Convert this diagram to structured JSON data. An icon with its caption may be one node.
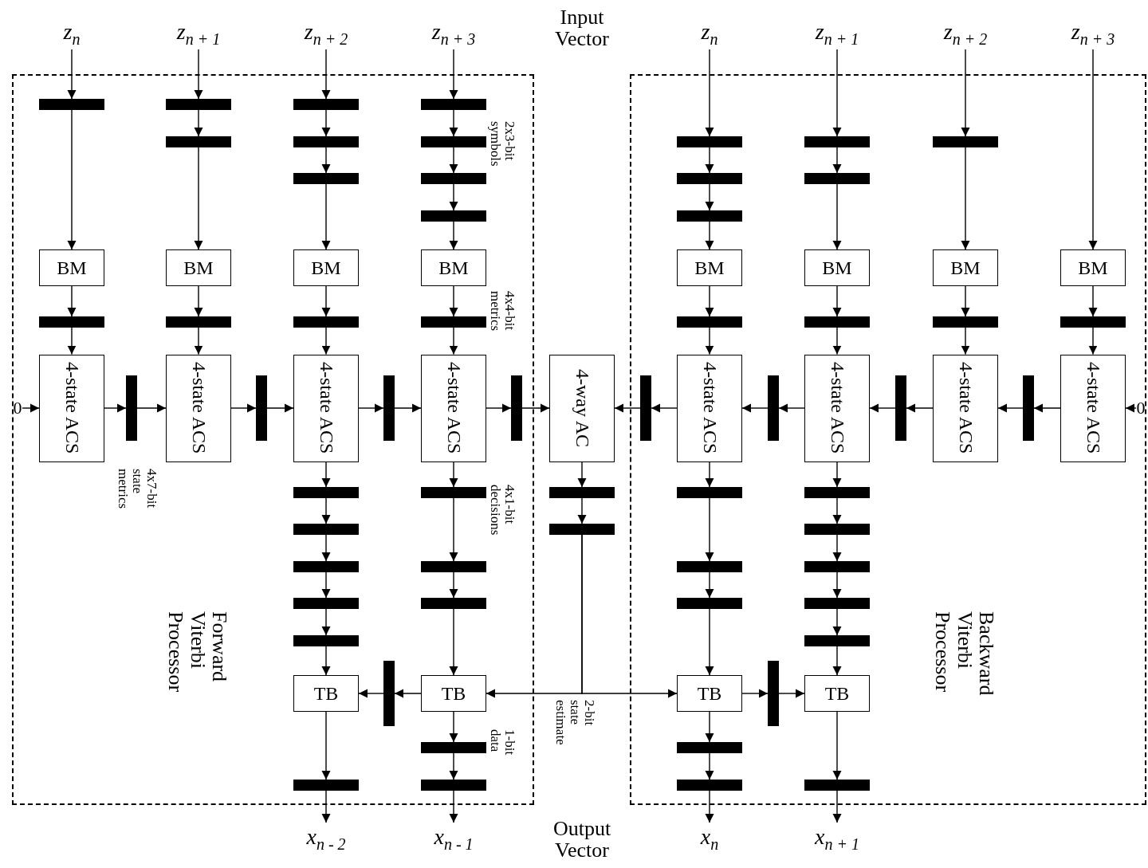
{
  "diagram": {
    "nodes": [
      {
        "text": [
          "Forward Viterbi Processor"
        ]
      },
      {
        "text": [
          "Backward Viterbi Processor"
        ]
      },
      {
        "text": [
          "z$_{n}$"
        ]
      },
      {
        "text": [
          "z$_{n + 1}$"
        ]
      },
      {
        "text": [
          "z$_{n + 2}$"
        ]
      },
      {
        "text": [
          "z$_{n + 3}$"
        ]
      },
      {
        "text": [
          "z$_{n}$"
        ]
      },
      {
        "text": [
          "z$_{n + 1}$"
        ]
      },
      {
        "text": [
          "z$_{n + 2}$"
        ]
      },
      {
        "text": [
          "z$_{n + 3}$"
        ]
      },
      {
        "text": [],
        "shape": "bar",
        "in": 0
      },
      {
        "text": [
          "BM"
        ],
        "in": 0
      },
      {
        "text": [],
        "shape": "bar",
        "in": 0
      },
      {
        "text": [
          "4-state ACS"
        ],
        "in": 0
      },
      {
        "text": [],
        "shape": "bar",
        "in": 0
      },
      {
        "text": [],
        "shape": "bar",
        "in": 0
      },
      {
        "text": [
          "BM"
        ],
        "in": 0
      },
      {
        "text": [],
        "shape": "bar",
        "in": 0
      },
      {
        "text": [
          "4-state ACS"
        ],
        "in": 0
      },
      {
        "text": [],
        "shape": "bar",
        "in": 0
      },
      {
        "text": [],
        "shape": "bar",
        "in": 0
      },
      {
        "text": [],
        "shape": "bar",
        "in": 0
      },
      {
        "text": [
          "BM"
        ],
        "in": 0
      },
      {
        "text": [],
        "shape": "bar",
        "in": 0
      },
      {
        "text": [
          "4-state ACS"
        ],
        "in": 0
      },
      {
        "text": [],
        "shape": "bar",
        "in": 0
      },
      {
        "text": [],
        "shape": "bar",
        "in": 0
      },
      {
        "text": [],
        "shape": "bar",
        "in": 0
      },
      {
        "text": [],
        "shape": "bar",
        "in": 0
      },
      {
        "text": [],
        "shape": "bar",
        "in": 0
      },
      {
        "text": [
          "TB"
        ],
        "in": 0
      },
      {
        "text": [],
        "shape": "bar",
        "in": 0
      },
      {
        "text": [],
        "shape": "bar",
        "in": 0
      },
      {
        "text": [],
        "shape": "bar",
        "in": 0
      },
      {
        "text": [],
        "shape": "bar",
        "in": 0
      },
      {
        "text": [],
        "shape": "bar",
        "in": 0
      },
      {
        "text": [
          "BM"
        ],
        "in": 0
      },
      {
        "text": [],
        "shape": "bar",
        "in": 0
      },
      {
        "text": [
          "4-state ACS"
        ],
        "in": 0
      },
      {
        "text": [],
        "shape": "bar",
        "in": 0
      },
      {
        "text": [],
        "shape": "bar",
        "in": 0
      },
      {
        "text": [],
        "shape": "bar",
        "in": 0
      },
      {
        "text": [
          "TB"
        ],
        "in": 0
      },
      {
        "text": [],
        "shape": "bar",
        "in": 0
      },
      {
        "text": [],
        "shape": "bar",
        "in": 0
      },
      {
        "text": [
          "0"
        ],
        "in": 0
      },
      {
        "text": [],
        "shape": "bar",
        "in": 0
      },
      {
        "text": [],
        "shape": "bar",
        "in": 0
      },
      {
        "text": [],
        "shape": "bar",
        "in": 0
      },
      {
        "text": [],
        "shape": "bar",
        "in": 0
      },
      {
        "text": [],
        "shape": "bar",
        "in": 0
      },
      {
        "text": [
          "4-way AC"
        ]
      },
      {
        "text": [],
        "shape": "bar"
      },
      {
        "text": [],
        "shape": "bar"
      },
      {
        "text": [],
        "shape": "bar",
        "in": 1
      },
      {
        "text": [],
        "shape": "bar",
        "in": 1
      },
      {
        "text": [],
        "shape": "bar",
        "in": 1
      },
      {
        "text": [
          "BM"
        ],
        "in": 1
      },
      {
        "text": [],
        "shape": "bar",
        "in": 1
      },
      {
        "text": [
          "4-state ACS"
        ],
        "in": 1
      },
      {
        "text": [],
        "shape": "bar",
        "in": 1
      },
      {
        "text": [],
        "shape": "bar",
        "in": 1
      },
      {
        "text": [],
        "shape": "bar",
        "in": 1
      },
      {
        "text": [
          "TB"
        ],
        "in": 1
      },
      {
        "text": [],
        "shape": "bar",
        "in": 1
      },
      {
        "text": [],
        "shape": "bar",
        "in": 1
      },
      {
        "text": [],
        "shape": "bar",
        "in": 1
      },
      {
        "text": [],
        "shape": "bar",
        "in": 1
      },
      {
        "text": [
          "BM"
        ],
        "in": 1
      },
      {
        "text": [],
        "shape": "bar",
        "in": 1
      },
      {
        "text": [
          "4-state ACS"
        ],
        "in": 1
      },
      {
        "text": [],
        "shape": "bar",
        "in": 1
      },
      {
        "text": [],
        "shape": "bar",
        "in": 1
      },
      {
        "text": [],
        "shape": "bar",
        "in": 1
      },
      {
        "text": [],
        "shape": "bar",
        "in": 1
      },
      {
        "text": [],
        "shape": "bar",
        "in": 1
      },
      {
        "text": [
          "TB"
        ],
        "in": 1
      },
      {
        "text": [],
        "shape": "bar",
        "in": 1
      },
      {
        "text": [],
        "shape": "bar",
        "in": 1
      },
      {
        "text": [
          "BM"
        ],
        "in": 1
      },
      {
        "text": [],
        "shape": "bar",
        "in": 1
      },
      {
        "text": [
          "4-state ACS"
        ],
        "in": 1
      },
      {
        "text": [
          "BM"
        ],
        "in": 1
      },
      {
        "text": [],
        "shape": "bar",
        "in": 1
      },
      {
        "text": [
          "4-state ACS"
        ],
        "in": 1
      },
      {
        "text": [
          "0"
        ],
        "in": 1
      },
      {
        "text": [],
        "shape": "bar",
        "in": 1
      },
      {
        "text": [],
        "shape": "bar",
        "in": 1
      },
      {
        "text": [],
        "shape": "bar",
        "in": 1
      },
      {
        "text": [],
        "shape": "bar",
        "in": 1
      },
      {
        "text": [],
        "shape": "bar",
        "in": 1
      },
      {
        "text": [
          "x$_{n - 2}$"
        ]
      },
      {
        "text": [
          "x$_{n - 1}$"
        ]
      },
      {
        "text": [
          "x$_{n}$"
        ]
      },
      {
        "text": [
          "x$_{n + 1}$"
        ]
      }
    ],
    "edges": [
      {
        "from": 2,
        "to": 10,
        "arrow": "to"
      },
      {
        "from": 10,
        "to": 11,
        "arrow": "to"
      },
      {
        "from": 11,
        "to": 12,
        "arrow": "to"
      },
      {
        "from": 12,
        "to": 13,
        "arrow": "to"
      },
      {
        "from": 3,
        "to": 14,
        "arrow": "to"
      },
      {
        "from": 14,
        "to": 15,
        "arrow": "to"
      },
      {
        "from": 15,
        "to": 16,
        "arrow": "to"
      },
      {
        "from": 16,
        "to": 17,
        "arrow": "to"
      },
      {
        "from": 17,
        "to": 18,
        "arrow": "to"
      },
      {
        "from": 4,
        "to": 19,
        "arrow": "to"
      },
      {
        "from": 19,
        "to": 20,
        "arrow": "to"
      },
      {
        "from": 20,
        "to": 21,
        "arrow": "to"
      },
      {
        "from": 21,
        "to": 22,
        "arrow": "to"
      },
      {
        "from": 22,
        "to": 23,
        "arrow": "to"
      },
      {
        "from": 23,
        "to": 24,
        "arrow": "to"
      },
      {
        "from": 24,
        "to": 25,
        "arrow": "to"
      },
      {
        "from": 25,
        "to": 26,
        "arrow": "to"
      },
      {
        "from": 26,
        "to": 27,
        "arrow": "to"
      },
      {
        "from": 27,
        "to": 28,
        "arrow": "to"
      },
      {
        "from": 28,
        "to": 29,
        "arrow": "to"
      },
      {
        "from": 29,
        "to": 30,
        "arrow": "to"
      },
      {
        "from": 30,
        "to": 31,
        "arrow": "to"
      },
      {
        "from": 31,
        "to": 91,
        "arrow": "to"
      },
      {
        "from": 5,
        "to": 32,
        "arrow": "to"
      },
      {
        "from": 32,
        "to": 33,
        "arrow": "to"
      },
      {
        "from": 33,
        "to": 34,
        "arrow": "to"
      },
      {
        "from": 34,
        "to": 35,
        "arrow": "to"
      },
      {
        "from": 35,
        "to": 36,
        "arrow": "to"
      },
      {
        "from": 36,
        "to": 37,
        "arrow": "to"
      },
      {
        "from": 37,
        "to": 38,
        "arrow": "to"
      },
      {
        "from": 38,
        "to": 39,
        "arrow": "to"
      },
      {
        "from": 39,
        "to": 40,
        "arrow": "to"
      },
      {
        "from": 40,
        "to": 41,
        "arrow": "to"
      },
      {
        "from": 41,
        "to": 42,
        "arrow": "to"
      },
      {
        "from": 42,
        "to": 43,
        "arrow": "to"
      },
      {
        "from": 43,
        "to": 44,
        "arrow": "to"
      },
      {
        "from": 44,
        "to": 92,
        "arrow": "to"
      },
      {
        "from": 45,
        "to": 13,
        "arrow": "to"
      },
      {
        "from": 13,
        "to": 46,
        "arrow": "to"
      },
      {
        "from": 46,
        "to": 18,
        "arrow": "to"
      },
      {
        "from": 18,
        "to": 47,
        "arrow": "to"
      },
      {
        "from": 47,
        "to": 24,
        "arrow": "to"
      },
      {
        "from": 24,
        "to": 48,
        "arrow": "to"
      },
      {
        "from": 48,
        "to": 38,
        "arrow": "to"
      },
      {
        "from": 38,
        "to": 49,
        "arrow": "to"
      },
      {
        "from": 49,
        "to": 51,
        "arrow": "to"
      },
      {
        "from": 42,
        "to": 50,
        "arrow": "to"
      },
      {
        "from": 50,
        "to": 30,
        "arrow": "to"
      },
      {
        "from": 51,
        "to": 52,
        "arrow": "to"
      },
      {
        "from": 52,
        "to": 53,
        "arrow": "to"
      },
      {
        "from": 53,
        "to": 42,
        "arrow": "to"
      },
      {
        "from": 53,
        "to": 63,
        "arrow": "to"
      },
      {
        "from": 6,
        "to": 54,
        "arrow": "to"
      },
      {
        "from": 54,
        "to": 55,
        "arrow": "to"
      },
      {
        "from": 55,
        "to": 56,
        "arrow": "to"
      },
      {
        "from": 56,
        "to": 57,
        "arrow": "to"
      },
      {
        "from": 57,
        "to": 58,
        "arrow": "to"
      },
      {
        "from": 58,
        "to": 59,
        "arrow": "to"
      },
      {
        "from": 59,
        "to": 60,
        "arrow": "to"
      },
      {
        "from": 60,
        "to": 61,
        "arrow": "to"
      },
      {
        "from": 61,
        "to": 62,
        "arrow": "to"
      },
      {
        "from": 62,
        "to": 63,
        "arrow": "to"
      },
      {
        "from": 63,
        "to": 64,
        "arrow": "to"
      },
      {
        "from": 64,
        "to": 65,
        "arrow": "to"
      },
      {
        "from": 65,
        "to": 93,
        "arrow": "to"
      },
      {
        "from": 7,
        "to": 66,
        "arrow": "to"
      },
      {
        "from": 66,
        "to": 67,
        "arrow": "to"
      },
      {
        "from": 67,
        "to": 68,
        "arrow": "to"
      },
      {
        "from": 68,
        "to": 69,
        "arrow": "to"
      },
      {
        "from": 69,
        "to": 70,
        "arrow": "to"
      },
      {
        "from": 70,
        "to": 71,
        "arrow": "to"
      },
      {
        "from": 71,
        "to": 72,
        "arrow": "to"
      },
      {
        "from": 72,
        "to": 73,
        "arrow": "to"
      },
      {
        "from": 73,
        "to": 74,
        "arrow": "to"
      },
      {
        "from": 74,
        "to": 75,
        "arrow": "to"
      },
      {
        "from": 75,
        "to": 76,
        "arrow": "to"
      },
      {
        "from": 76,
        "to": 77,
        "arrow": "to"
      },
      {
        "from": 77,
        "to": 94,
        "arrow": "to"
      },
      {
        "from": 8,
        "to": 78,
        "arrow": "to"
      },
      {
        "from": 78,
        "to": 79,
        "arrow": "to"
      },
      {
        "from": 79,
        "to": 80,
        "arrow": "to"
      },
      {
        "from": 80,
        "to": 81,
        "arrow": "to"
      },
      {
        "from": 9,
        "to": 82,
        "arrow": "to"
      },
      {
        "from": 82,
        "to": 83,
        "arrow": "to"
      },
      {
        "from": 83,
        "to": 84,
        "arrow": "to"
      },
      {
        "from": 85,
        "to": 84,
        "arrow": "to"
      },
      {
        "from": 84,
        "to": 86,
        "arrow": "to"
      },
      {
        "from": 86,
        "to": 81,
        "arrow": "to"
      },
      {
        "from": 81,
        "to": 87,
        "arrow": "to"
      },
      {
        "from": 87,
        "to": 70,
        "arrow": "to"
      },
      {
        "from": 70,
        "to": 88,
        "arrow": "to"
      },
      {
        "from": 88,
        "to": 59,
        "arrow": "to"
      },
      {
        "from": 59,
        "to": 89,
        "arrow": "to"
      },
      {
        "from": 89,
        "to": 51,
        "arrow": "to"
      },
      {
        "from": 63,
        "to": 90,
        "arrow": "to"
      },
      {
        "from": 90,
        "to": 76,
        "arrow": "to"
      }
    ],
    "labels": [
      "Input Vector",
      "2x3-bit symbols",
      "4x4-bit metrics",
      "4x7-bit state metrics",
      "4x1-bit decisions",
      "2-bit state estimate",
      "1-bit data",
      "Output Vector"
    ]
  }
}
